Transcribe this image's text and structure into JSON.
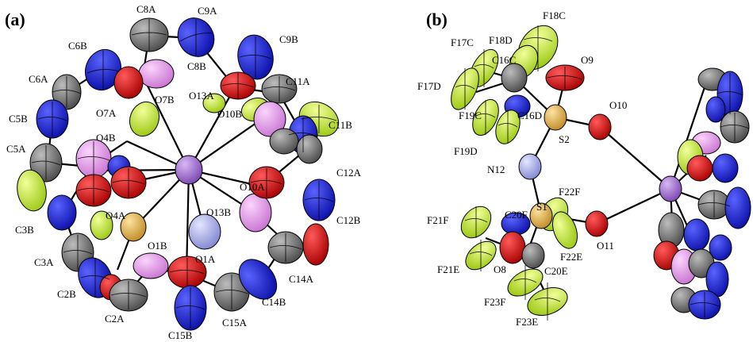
{
  "panels": {
    "a": {
      "label": "(a)"
    },
    "b": {
      "label": "(b)"
    }
  },
  "colors": {
    "carbon": "#6e6e6e",
    "nitrogen_blue": "#1a23d6",
    "oxygen": "#d41414",
    "fluorine": "#c8ee3a",
    "metal": "#9a66cc",
    "sulfur": "#e0b24c",
    "pink": "#e39ae8",
    "lavender": "#a9aee6"
  },
  "labels_a": [
    "C8A",
    "C9A",
    "C6B",
    "C9B",
    "C8B",
    "O7B",
    "O13A",
    "C11A",
    "C6A",
    "O7A",
    "O10B",
    "C11B",
    "C5B",
    "O4B",
    "C5A",
    "O10A",
    "C12A",
    "O4A",
    "O13B",
    "C12B",
    "C3B",
    "O1B",
    "O1A",
    "C3A",
    "C14A",
    "C2B",
    "C2A",
    "C15B",
    "C15A",
    "C14B"
  ],
  "labels_b": [
    "F18C",
    "F17C",
    "F18D",
    "C16C",
    "O9",
    "F17D",
    "O10",
    "C16D",
    "F19C",
    "S2",
    "F19D",
    "N12",
    "F22F",
    "S1",
    "F21F",
    "C20F",
    "O11",
    "F22E",
    "F21E",
    "O8",
    "C20E",
    "F23F",
    "F23E"
  ]
}
